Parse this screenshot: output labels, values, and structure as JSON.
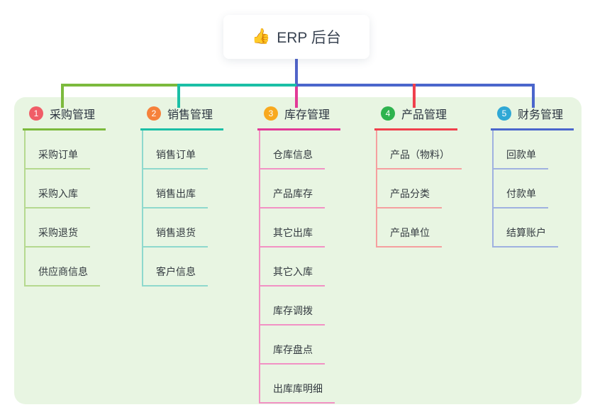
{
  "root_node": {
    "icon_glyph": "👍",
    "title": "ERP 后台"
  },
  "branches": [
    {
      "badge": "1",
      "label": "采购管理",
      "children": [
        "采购订单",
        "采购入库",
        "采购退货",
        "供应商信息"
      ]
    },
    {
      "badge": "2",
      "label": "销售管理",
      "children": [
        "销售订单",
        "销售出库",
        "销售退货",
        "客户信息"
      ]
    },
    {
      "badge": "3",
      "label": "库存管理",
      "children": [
        "仓库信息",
        "产品库存",
        "其它出库",
        "其它入库",
        "库存调拨",
        "库存盘点",
        "出库库明细"
      ]
    },
    {
      "badge": "4",
      "label": "产品管理",
      "children": [
        "产品（物料）",
        "产品分类",
        "产品单位"
      ]
    },
    {
      "badge": "5",
      "label": "财务管理",
      "children": [
        "回款单",
        "付款单",
        "结算账户"
      ]
    }
  ],
  "palette": {
    "panel_background": "#e8f5e2",
    "root_stem": "#5164c9",
    "branch_main": [
      "#7cba3d",
      "#1bbfa6",
      "#e23a97",
      "#f0404d",
      "#4a66cc"
    ],
    "branch_light": [
      "#b5d98f",
      "#8ed9cd",
      "#f291c4",
      "#f59f9f",
      "#9fb1e0"
    ],
    "badge_colors": [
      "#f05d67",
      "#f6813b",
      "#f8a91f",
      "#2eb34e",
      "#2fa8d5"
    ],
    "text_dark": "#2b3440"
  }
}
